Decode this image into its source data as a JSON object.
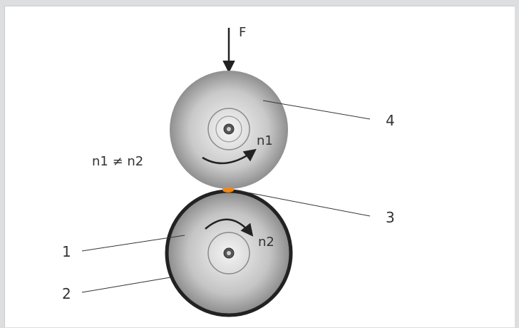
{
  "diagram": {
    "labels": {
      "force": "F",
      "upper_roll_speed": "n1",
      "lower_roll_speed": "n2",
      "speed_relation": "n1 ≠ n2",
      "callout_1": "1",
      "callout_2": "2",
      "callout_3": "3",
      "callout_4": "4"
    },
    "colors": {
      "background": "#ffffff",
      "frame": "#dcdee0",
      "roll_light": "#f4f4f4",
      "roll_dark": "#7a7a7a",
      "lower_roll_rim": "#222222",
      "contact_zone": "#e8891e",
      "line": "#333333"
    }
  }
}
